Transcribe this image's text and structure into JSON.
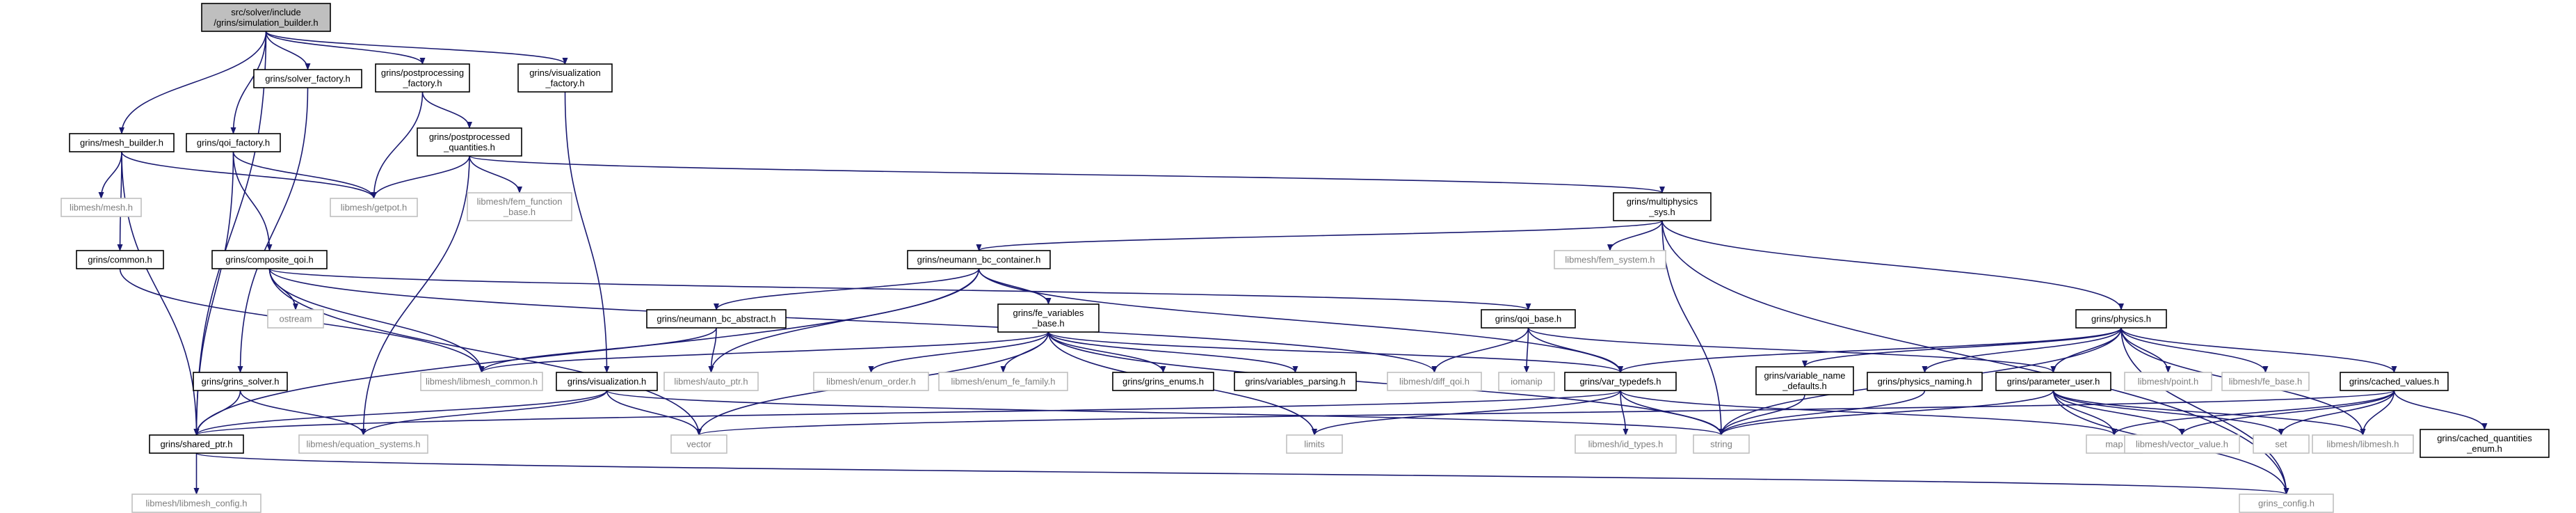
{
  "diagram": {
    "style": {
      "edge_color": "#191970",
      "node_border": "#000000",
      "external_border": "#bfbfbf",
      "root_fill": "#bfbfbf",
      "text": "#000000",
      "external_text": "#7f7f7f"
    },
    "nodes": [
      {
        "id": "simulation_builder",
        "label": [
          "src/solver/include",
          "/grins/simulation_builder.h"
        ],
        "kind": "root"
      },
      {
        "id": "solver_factory",
        "label": [
          "grins/solver_factory.h"
        ],
        "kind": "internal"
      },
      {
        "id": "postprocessing_factory",
        "label": [
          "grins/postprocessing",
          "_factory.h"
        ],
        "kind": "internal"
      },
      {
        "id": "visualization_factory",
        "label": [
          "grins/visualization",
          "_factory.h"
        ],
        "kind": "internal"
      },
      {
        "id": "mesh_builder",
        "label": [
          "grins/mesh_builder.h"
        ],
        "kind": "internal"
      },
      {
        "id": "qoi_factory",
        "label": [
          "grins/qoi_factory.h"
        ],
        "kind": "internal"
      },
      {
        "id": "postprocessed_quantities",
        "label": [
          "grins/postprocessed",
          "_quantities.h"
        ],
        "kind": "internal"
      },
      {
        "id": "libmesh_mesh",
        "label": [
          "libmesh/mesh.h"
        ],
        "kind": "external"
      },
      {
        "id": "getpot",
        "label": [
          "libmesh/getpot.h"
        ],
        "kind": "external"
      },
      {
        "id": "fem_function_base",
        "label": [
          "libmesh/fem_function",
          "_base.h"
        ],
        "kind": "external"
      },
      {
        "id": "multiphysics_sys",
        "label": [
          "grins/multiphysics",
          "_sys.h"
        ],
        "kind": "internal"
      },
      {
        "id": "common",
        "label": [
          "grins/common.h"
        ],
        "kind": "internal"
      },
      {
        "id": "composite_qoi",
        "label": [
          "grins/composite_qoi.h"
        ],
        "kind": "internal"
      },
      {
        "id": "fem_system",
        "label": [
          "libmesh/fem_system.h"
        ],
        "kind": "external"
      },
      {
        "id": "neumann_bc_container",
        "label": [
          "grins/neumann_bc_container.h"
        ],
        "kind": "internal"
      },
      {
        "id": "ostream",
        "label": [
          "ostream"
        ],
        "kind": "external"
      },
      {
        "id": "qoi_base",
        "label": [
          "grins/qoi_base.h"
        ],
        "kind": "internal"
      },
      {
        "id": "neumann_bc_abstract",
        "label": [
          "grins/neumann_bc_abstract.h"
        ],
        "kind": "internal"
      },
      {
        "id": "fe_variables_base",
        "label": [
          "grins/fe_variables",
          "_base.h"
        ],
        "kind": "internal"
      },
      {
        "id": "physics",
        "label": [
          "grins/physics.h"
        ],
        "kind": "internal"
      },
      {
        "id": "libmesh_common",
        "label": [
          "libmesh/libmesh_common.h"
        ],
        "kind": "external"
      },
      {
        "id": "auto_ptr",
        "label": [
          "libmesh/auto_ptr.h"
        ],
        "kind": "external"
      },
      {
        "id": "enum_order",
        "label": [
          "libmesh/enum_order.h"
        ],
        "kind": "external"
      },
      {
        "id": "enum_fe_family",
        "label": [
          "libmesh/enum_fe_family.h"
        ],
        "kind": "external"
      },
      {
        "id": "grins_enums",
        "label": [
          "grins/grins_enums.h"
        ],
        "kind": "internal"
      },
      {
        "id": "variables_parsing",
        "label": [
          "grins/variables_parsing.h"
        ],
        "kind": "internal"
      },
      {
        "id": "diff_qoi",
        "label": [
          "libmesh/diff_qoi.h"
        ],
        "kind": "external"
      },
      {
        "id": "iomanip",
        "label": [
          "iomanip"
        ],
        "kind": "external"
      },
      {
        "id": "var_typedefs",
        "label": [
          "grins/var_typedefs.h"
        ],
        "kind": "internal"
      },
      {
        "id": "variable_name_defaults",
        "label": [
          "grins/variable_name",
          "_defaults.h"
        ],
        "kind": "internal"
      },
      {
        "id": "physics_naming",
        "label": [
          "grins/physics_naming.h"
        ],
        "kind": "internal"
      },
      {
        "id": "parameter_user",
        "label": [
          "grins/parameter_user.h"
        ],
        "kind": "internal"
      },
      {
        "id": "libmesh_point",
        "label": [
          "libmesh/point.h"
        ],
        "kind": "external"
      },
      {
        "id": "fe_base",
        "label": [
          "libmesh/fe_base.h"
        ],
        "kind": "external"
      },
      {
        "id": "cached_values",
        "label": [
          "grins/cached_values.h"
        ],
        "kind": "internal"
      },
      {
        "id": "grins_solver",
        "label": [
          "grins/grins_solver.h"
        ],
        "kind": "internal"
      },
      {
        "id": "visualization",
        "label": [
          "grins/visualization.h"
        ],
        "kind": "internal"
      },
      {
        "id": "shared_ptr",
        "label": [
          "grins/shared_ptr.h"
        ],
        "kind": "internal"
      },
      {
        "id": "equation_systems",
        "label": [
          "libmesh/equation_systems.h"
        ],
        "kind": "external"
      },
      {
        "id": "vector",
        "label": [
          "vector"
        ],
        "kind": "external"
      },
      {
        "id": "limits",
        "label": [
          "limits"
        ],
        "kind": "external"
      },
      {
        "id": "id_types",
        "label": [
          "libmesh/id_types.h"
        ],
        "kind": "external"
      },
      {
        "id": "string",
        "label": [
          "string"
        ],
        "kind": "external"
      },
      {
        "id": "map",
        "label": [
          "map"
        ],
        "kind": "external"
      },
      {
        "id": "vector_value",
        "label": [
          "libmesh/vector_value.h"
        ],
        "kind": "external"
      },
      {
        "id": "set",
        "label": [
          "set"
        ],
        "kind": "external"
      },
      {
        "id": "libmesh_h",
        "label": [
          "libmesh/libmesh.h"
        ],
        "kind": "external"
      },
      {
        "id": "cached_quantities_enum",
        "label": [
          "grins/cached_quantities",
          "_enum.h"
        ],
        "kind": "internal"
      },
      {
        "id": "libmesh_config",
        "label": [
          "libmesh/libmesh_config.h"
        ],
        "kind": "external"
      },
      {
        "id": "grins_config",
        "label": [
          "grins_config.h"
        ],
        "kind": "external"
      }
    ],
    "edges": [
      [
        "simulation_builder",
        "solver_factory"
      ],
      [
        "simulation_builder",
        "postprocessing_factory"
      ],
      [
        "simulation_builder",
        "visualization_factory"
      ],
      [
        "simulation_builder",
        "mesh_builder"
      ],
      [
        "simulation_builder",
        "qoi_factory"
      ],
      [
        "simulation_builder",
        "shared_ptr"
      ],
      [
        "solver_factory",
        "grins_solver"
      ],
      [
        "postprocessing_factory",
        "postprocessed_quantities"
      ],
      [
        "postprocessing_factory",
        "getpot"
      ],
      [
        "visualization_factory",
        "visualization"
      ],
      [
        "mesh_builder",
        "libmesh_mesh"
      ],
      [
        "mesh_builder",
        "getpot"
      ],
      [
        "mesh_builder",
        "common"
      ],
      [
        "mesh_builder",
        "shared_ptr"
      ],
      [
        "qoi_factory",
        "getpot"
      ],
      [
        "qoi_factory",
        "composite_qoi"
      ],
      [
        "qoi_factory",
        "shared_ptr"
      ],
      [
        "postprocessed_quantities",
        "getpot"
      ],
      [
        "postprocessed_quantities",
        "fem_function_base"
      ],
      [
        "postprocessed_quantities",
        "multiphysics_sys"
      ],
      [
        "postprocessed_quantities",
        "equation_systems"
      ],
      [
        "common",
        "libmesh_common"
      ],
      [
        "composite_qoi",
        "ostream"
      ],
      [
        "composite_qoi",
        "qoi_base"
      ],
      [
        "composite_qoi",
        "libmesh_common"
      ],
      [
        "composite_qoi",
        "diff_qoi"
      ],
      [
        "composite_qoi",
        "vector"
      ],
      [
        "multiphysics_sys",
        "fem_system"
      ],
      [
        "multiphysics_sys",
        "neumann_bc_container"
      ],
      [
        "multiphysics_sys",
        "physics"
      ],
      [
        "multiphysics_sys",
        "string"
      ],
      [
        "multiphysics_sys",
        "grins_config"
      ],
      [
        "neumann_bc_container",
        "neumann_bc_abstract"
      ],
      [
        "neumann_bc_container",
        "fe_variables_base"
      ],
      [
        "neumann_bc_container",
        "auto_ptr"
      ],
      [
        "neumann_bc_container",
        "var_typedefs"
      ],
      [
        "neumann_bc_container",
        "shared_ptr"
      ],
      [
        "neumann_bc_abstract",
        "libmesh_common"
      ],
      [
        "neumann_bc_abstract",
        "auto_ptr"
      ],
      [
        "qoi_base",
        "diff_qoi"
      ],
      [
        "qoi_base",
        "iomanip"
      ],
      [
        "qoi_base",
        "var_typedefs"
      ],
      [
        "qoi_base",
        "parameter_user"
      ],
      [
        "fe_variables_base",
        "libmesh_common"
      ],
      [
        "fe_variables_base",
        "enum_order"
      ],
      [
        "fe_variables_base",
        "enum_fe_family"
      ],
      [
        "fe_variables_base",
        "grins_enums"
      ],
      [
        "fe_variables_base",
        "variables_parsing"
      ],
      [
        "fe_variables_base",
        "var_typedefs"
      ],
      [
        "fe_variables_base",
        "vector"
      ],
      [
        "fe_variables_base",
        "limits"
      ],
      [
        "fe_variables_base",
        "string"
      ],
      [
        "physics",
        "var_typedefs"
      ],
      [
        "physics",
        "variable_name_defaults"
      ],
      [
        "physics",
        "physics_naming"
      ],
      [
        "physics",
        "parameter_user"
      ],
      [
        "physics",
        "libmesh_point"
      ],
      [
        "physics",
        "fe_base"
      ],
      [
        "physics",
        "cached_values"
      ],
      [
        "physics",
        "libmesh_h"
      ],
      [
        "physics",
        "string"
      ],
      [
        "physics",
        "grins_config"
      ],
      [
        "grins_solver",
        "shared_ptr"
      ],
      [
        "grins_solver",
        "equation_systems"
      ],
      [
        "visualization",
        "equation_systems"
      ],
      [
        "visualization",
        "vector"
      ],
      [
        "visualization",
        "shared_ptr"
      ],
      [
        "visualization",
        "string"
      ],
      [
        "var_typedefs",
        "id_types"
      ],
      [
        "var_typedefs",
        "limits"
      ],
      [
        "var_typedefs",
        "string"
      ],
      [
        "var_typedefs",
        "map"
      ],
      [
        "var_typedefs",
        "shared_ptr"
      ],
      [
        "variable_name_defaults",
        "string"
      ],
      [
        "physics_naming",
        "string"
      ],
      [
        "parameter_user",
        "map"
      ],
      [
        "parameter_user",
        "vector_value"
      ],
      [
        "parameter_user",
        "set"
      ],
      [
        "parameter_user",
        "libmesh_h"
      ],
      [
        "parameter_user",
        "string"
      ],
      [
        "parameter_user",
        "grins_config"
      ],
      [
        "cached_values",
        "vector_value"
      ],
      [
        "cached_values",
        "set"
      ],
      [
        "cached_values",
        "libmesh_h"
      ],
      [
        "cached_values",
        "cached_quantities_enum"
      ],
      [
        "cached_values",
        "map"
      ],
      [
        "cached_values",
        "vector"
      ],
      [
        "shared_ptr",
        "libmesh_config"
      ],
      [
        "shared_ptr",
        "grins_config"
      ]
    ]
  }
}
